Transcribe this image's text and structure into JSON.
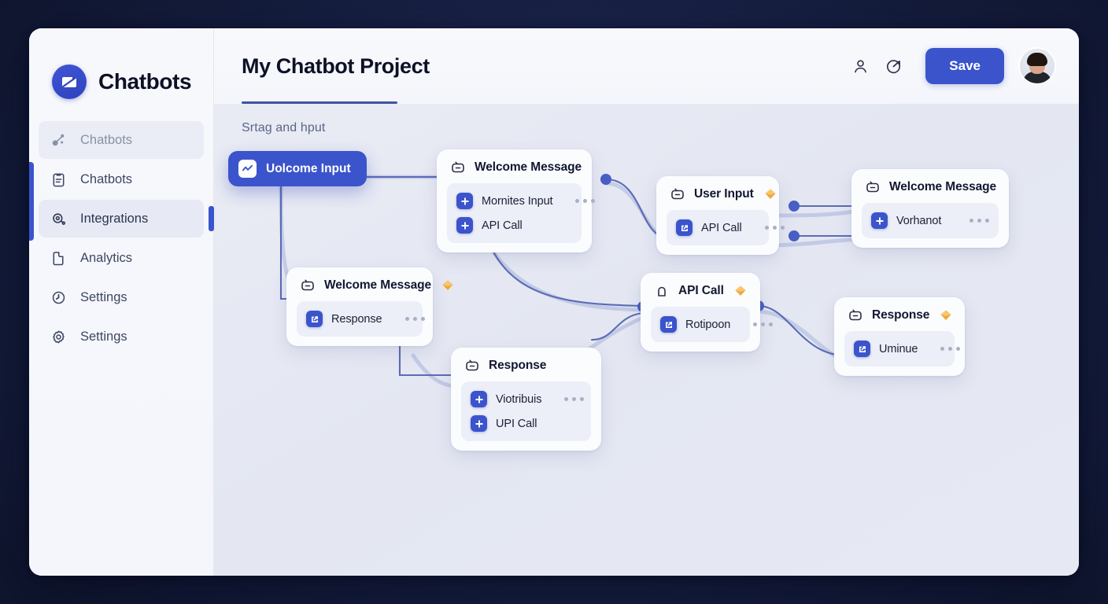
{
  "brand": {
    "name": "Chatbots",
    "logo_icon": "chat-logo-icon"
  },
  "sidebar": {
    "items": [
      {
        "label": "Chatbots",
        "icon": "bot-nodes-icon",
        "state": "muted"
      },
      {
        "label": "Chatbots",
        "icon": "clipboard-icon",
        "state": "normal"
      },
      {
        "label": "Integrations",
        "icon": "plug-loop-icon",
        "state": "active"
      },
      {
        "label": "Analytics",
        "icon": "report-icon",
        "state": "normal"
      },
      {
        "label": "Settings",
        "icon": "clock-icon",
        "state": "normal"
      },
      {
        "label": "Settings",
        "icon": "gear-icon",
        "state": "normal"
      }
    ]
  },
  "topbar": {
    "title": "My Chatbot Project",
    "user_icon": "user-icon",
    "target_icon": "target-refresh-icon",
    "save_label": "Save",
    "avatar": "user-avatar"
  },
  "canvas": {
    "hint": "Srtag and hput",
    "nodes": [
      {
        "id": "start",
        "kind": "start",
        "title": "Uolcome Input",
        "icon": "wave-chart-icon"
      },
      {
        "id": "welcome-message-1",
        "kind": "card",
        "title": "Welcome Message",
        "icon": "bot-badge-icon",
        "badge": null,
        "rows": [
          {
            "label": "Mornites Input",
            "icon": "plus-badge-icon",
            "dots": true
          },
          {
            "label": "API Call",
            "icon": "plus-badge-icon",
            "dots": false
          }
        ]
      },
      {
        "id": "user-input",
        "kind": "card",
        "title": "User Input",
        "icon": "bot-badge-icon",
        "badge": "orange-diamond-icon",
        "rows": [
          {
            "label": "API Call",
            "icon": "link-badge-icon",
            "dots": true
          }
        ]
      },
      {
        "id": "welcome-message-2",
        "kind": "card",
        "title": "Welcome Message",
        "icon": "bot-badge-icon",
        "badge": null,
        "rows": [
          {
            "label": "Vorhanot",
            "icon": "plus-badge-icon",
            "dots": true
          }
        ]
      },
      {
        "id": "welcome-message-3",
        "kind": "card",
        "title": "Welcome Message",
        "icon": "bot-badge-icon",
        "badge": "orange-diamond-icon",
        "rows": [
          {
            "label": "Response",
            "icon": "link-badge-icon",
            "dots": true
          }
        ]
      },
      {
        "id": "api-call",
        "kind": "card",
        "title": "API Call",
        "icon": "lock-icon",
        "badge": "orange-diamond-icon",
        "rows": [
          {
            "label": "Rotipoon",
            "icon": "link-badge-icon",
            "dots": true
          }
        ]
      },
      {
        "id": "response-right",
        "kind": "card",
        "title": "Response",
        "icon": "bot-badge-icon",
        "badge": "orange-diamond-icon",
        "rows": [
          {
            "label": "Uminue",
            "icon": "link-badge-icon",
            "dots": true
          }
        ]
      },
      {
        "id": "response-bottom",
        "kind": "card",
        "title": "Response",
        "icon": "bot-badge-icon",
        "badge": null,
        "rows": [
          {
            "label": "Viotribuis",
            "icon": "plus-badge-icon",
            "dots": true
          },
          {
            "label": "UPI Call",
            "icon": "plus-badge-icon",
            "dots": false
          }
        ]
      }
    ]
  },
  "colors": {
    "accent": "#3b54cc",
    "canvas": "#e6e9f3",
    "panel": "#f4f6fb",
    "badge_orange": "#f2a33c",
    "edge": "#5a6bb5",
    "desktop": "#141c3c"
  }
}
